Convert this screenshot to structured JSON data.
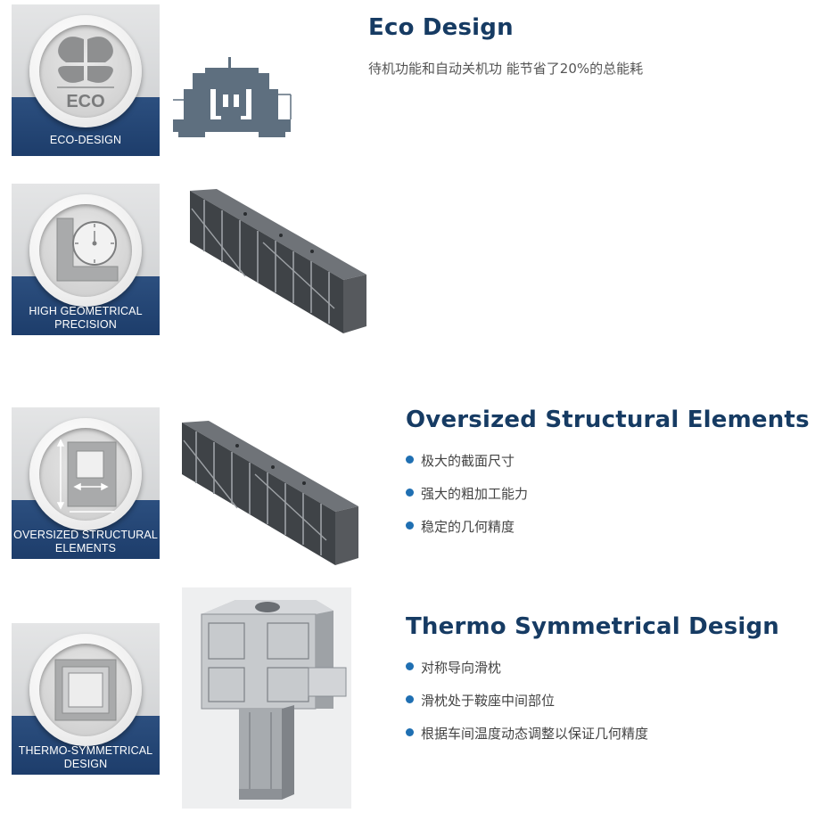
{
  "sections": [
    {
      "badge_label": [
        "ECO-DESIGN"
      ],
      "badge_emblem_text": "ECO",
      "heading": "Eco Design",
      "description": "待机功能和自动关机功 能节省了20%的总能耗"
    },
    {
      "badge_label": [
        "HIGH GEOMETRICAL",
        "PRECISION"
      ]
    },
    {
      "badge_label": [
        "OVERSIZED STRUCTURAL",
        "ELEMENTS"
      ],
      "heading": "Oversized Structural Elements",
      "bullets": [
        "极大的截面尺寸",
        "强大的粗加工能力",
        "稳定的几何精度"
      ]
    },
    {
      "badge_label": [
        "THERMO-SYMMETRICAL",
        "DESIGN"
      ],
      "heading": "Thermo Symmetrical Design",
      "bullets": [
        "对称导向滑枕",
        "滑枕处于鞍座中间部位",
        "根据车间温度动态调整以保证几何精度"
      ]
    }
  ],
  "icons": {
    "badge1": "clover-eco-icon",
    "badge2": "square-clock-icon",
    "badge3": "panel-dimension-icon",
    "badge4": "nested-square-icon",
    "bullet": "bullet-dot-icon"
  },
  "colors": {
    "heading": "#163b63",
    "badge_band": "#1d3d6b",
    "bullet": "#1f6fb2"
  }
}
